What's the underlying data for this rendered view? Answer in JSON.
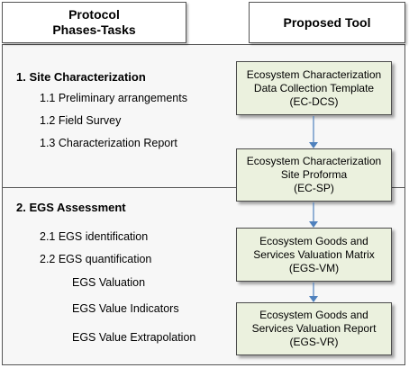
{
  "headers": {
    "protocol_line1": "Protocol",
    "protocol_line2": "Phases-Tasks",
    "tool": "Proposed Tool"
  },
  "phases": [
    {
      "title": "1. Site Characterization",
      "tasks": [
        "1.1 Preliminary arrangements",
        "1.2 Field Survey",
        "1.3 Characterization Report"
      ]
    },
    {
      "title": "2. EGS Assessment",
      "tasks": [
        "2.1 EGS identification",
        "2.2 EGS quantification"
      ],
      "subtasks": [
        "EGS Valuation",
        "EGS Value Indicators",
        "EGS Value Extrapolation"
      ]
    }
  ],
  "tools": [
    {
      "line1": "Ecosystem Characterization",
      "line2": "Data Collection Template",
      "code": "(EC-DCS)"
    },
    {
      "line1": "Ecosystem Characterization",
      "line2": "Site Proforma",
      "code": "(EC-SP)"
    },
    {
      "line1": "Ecosystem Goods and",
      "line2": "Services Valuation Matrix",
      "code": "(EGS-VM)"
    },
    {
      "line1": "Ecosystem Goods and",
      "line2": "Services Valuation Report",
      "code": "(EGS-VR)"
    }
  ],
  "colors": {
    "tool_fill": "#ebf1de",
    "arrow": "#4f81bd",
    "border": "#555555"
  }
}
